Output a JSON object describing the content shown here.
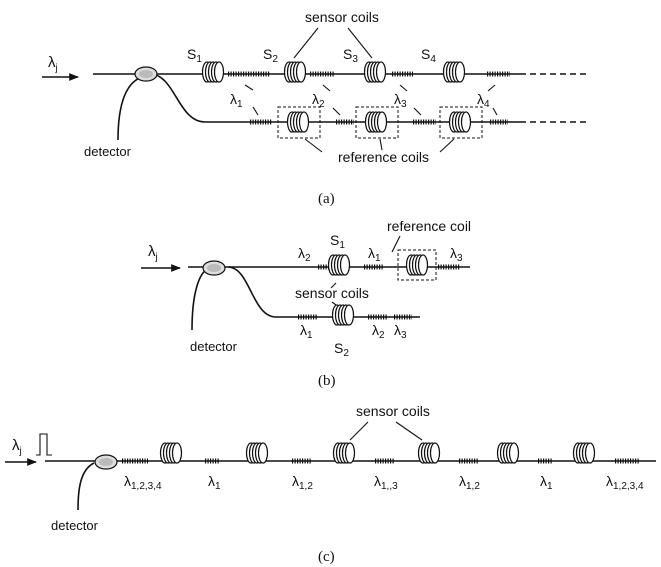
{
  "input_symbol": "λ",
  "input_sub": "j",
  "panel_a": {
    "caption": "(a)",
    "sensor_coils_label": "sensor coils",
    "reference_coils_label": "reference coils",
    "detector_label": "detector",
    "sensors": [
      {
        "s": "S",
        "n": "1"
      },
      {
        "s": "S",
        "n": "2"
      },
      {
        "s": "S",
        "n": "3"
      },
      {
        "s": "S",
        "n": "4"
      }
    ],
    "gratings": [
      {
        "s": "λ",
        "n": "1"
      },
      {
        "s": "λ",
        "n": "2"
      },
      {
        "s": "λ",
        "n": "3"
      },
      {
        "s": "λ",
        "n": "4"
      }
    ]
  },
  "panel_b": {
    "caption": "(b)",
    "reference_coil_label": "reference coil",
    "sensor_coils_label": "sensor coils",
    "detector_label": "detector",
    "s1": {
      "s": "S",
      "n": "1"
    },
    "s2": {
      "s": "S",
      "n": "2"
    },
    "top_lambdas": [
      {
        "s": "λ",
        "n": "2"
      },
      {
        "s": "λ",
        "n": "1"
      },
      {
        "s": "λ",
        "n": "3"
      }
    ],
    "bottom_lambdas": [
      {
        "s": "λ",
        "n": "1"
      },
      {
        "s": "λ",
        "n": "2"
      },
      {
        "s": "λ",
        "n": "3"
      }
    ]
  },
  "panel_c": {
    "caption": "(c)",
    "sensor_coils_label": "sensor coils",
    "detector_label": "detector",
    "lambdas": [
      {
        "s": "λ",
        "n": "1,2,3,4"
      },
      {
        "s": "λ",
        "n": "1"
      },
      {
        "s": "λ",
        "n": "1,2"
      },
      {
        "s": "λ",
        "n": "1,,3"
      },
      {
        "s": "λ",
        "n": "1,2"
      },
      {
        "s": "λ",
        "n": "1"
      },
      {
        "s": "λ",
        "n": "1,2,3,4"
      }
    ]
  }
}
